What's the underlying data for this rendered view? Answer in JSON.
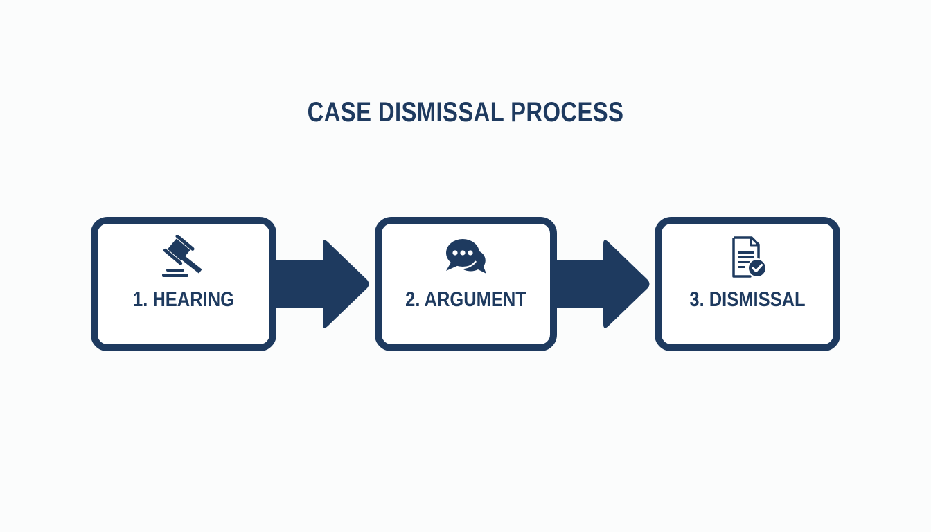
{
  "title": "CASE DISMISSAL PROCESS",
  "colors": {
    "primary": "#1e3a5f",
    "background": "#fbfcfc",
    "box_fill": "#ffffff"
  },
  "steps": [
    {
      "number": 1,
      "label": "1. HEARING",
      "icon": "gavel-icon"
    },
    {
      "number": 2,
      "label": "2. ARGUMENT",
      "icon": "chat-bubbles-icon"
    },
    {
      "number": 3,
      "label": "3. DISMISSAL",
      "icon": "document-check-icon"
    }
  ],
  "connectors": [
    {
      "from": 1,
      "to": 2,
      "icon": "arrow-right-icon"
    },
    {
      "from": 2,
      "to": 3,
      "icon": "arrow-right-icon"
    }
  ]
}
